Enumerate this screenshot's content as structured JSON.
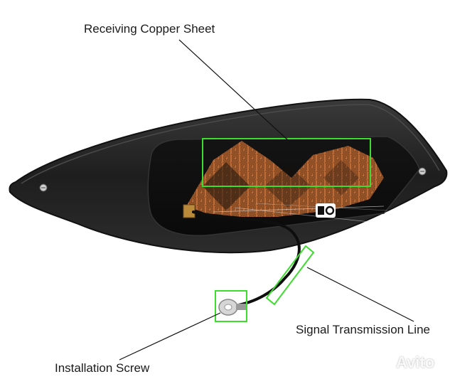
{
  "callouts": {
    "copper_sheet": "Receiving Copper Sheet",
    "signal_line": "Signal Transmission Line",
    "installation_screw": "Installation Screw"
  },
  "product_logo": "logo-icon",
  "watermark": {
    "text": "Avito"
  },
  "colors": {
    "highlight_box": "#3ddc2e",
    "housing": "#262626",
    "copper": "#c4713a",
    "leader_line": "#111111"
  }
}
